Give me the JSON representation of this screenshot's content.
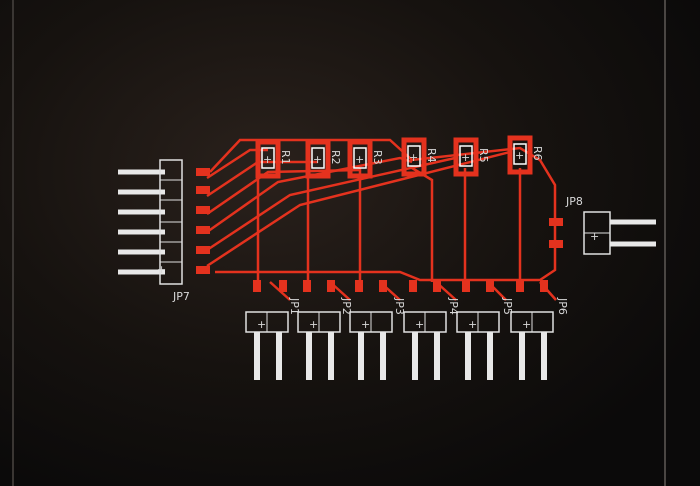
{
  "board": {
    "resistor_labels": [
      "R1",
      "R2",
      "R3",
      "R4",
      "R5",
      "R6"
    ],
    "header_labels": [
      "JP1",
      "JP2",
      "JP3",
      "JP4",
      "JP5",
      "JP6"
    ],
    "input_header_label": "JP7",
    "output_header_label": "JP8"
  },
  "colors": {
    "background": "#0c0b0b",
    "copper_top": "#e4321e",
    "silkscreen": "#e0e0e0",
    "pad_center": "#ffffff"
  }
}
